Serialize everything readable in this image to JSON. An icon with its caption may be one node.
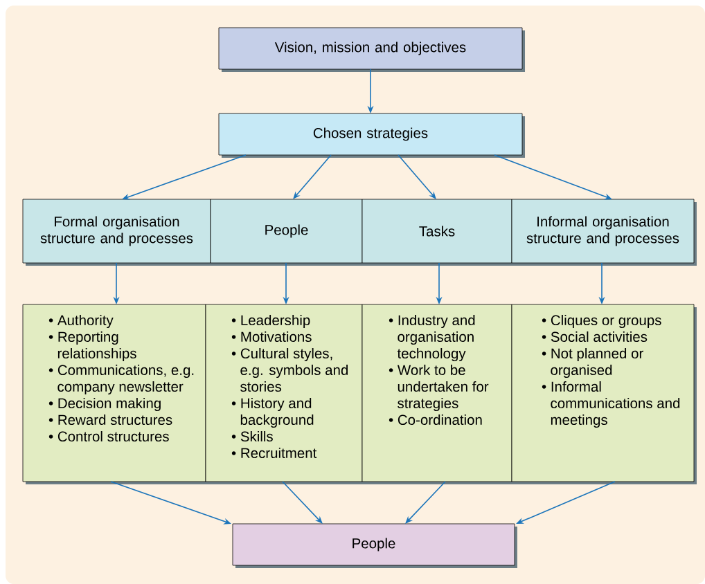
{
  "diagram": {
    "nodes": [
      {
        "text": [
          "Vision, mission and objectives"
        ]
      },
      {
        "text": [
          "Chosen strategies"
        ]
      },
      {
        "text": [
          "Formal organisation structure and processes"
        ]
      },
      {
        "text": [
          "People"
        ]
      },
      {
        "text": [
          "Tasks"
        ]
      },
      {
        "text": [
          "Informal organisation structure and processes"
        ]
      },
      {
        "text": [
          "• Authority",
          "• Reporting relationships",
          "• Communications, e.g. company newsletter",
          "• Decision making",
          "• Reward structures",
          "• Control structures"
        ]
      },
      {
        "text": [
          "• Leadership",
          "• Motivations",
          "• Cultural styles, e.g. symbols and stories",
          "• History and background",
          "• Skills",
          "• Recruitment"
        ]
      },
      {
        "text": [
          "• Industry and organisation technology",
          "• Work to be undertaken for strategies",
          "• Co-ordination"
        ]
      },
      {
        "text": [
          "• Cliques or groups",
          "• Social activities",
          "• Not planned or organised",
          "• Informal communications and meetings"
        ]
      },
      {
        "text": [
          "People"
        ]
      }
    ],
    "edges": [
      {
        "from": 0,
        "to": 1,
        "arrow": "to"
      },
      {
        "from": 1,
        "to": 2,
        "arrow": "to"
      },
      {
        "from": 1,
        "to": 3,
        "arrow": "to"
      },
      {
        "from": 1,
        "to": 4,
        "arrow": "to"
      },
      {
        "from": 1,
        "to": 5,
        "arrow": "to"
      },
      {
        "from": 2,
        "to": 6,
        "arrow": "to"
      },
      {
        "from": 3,
        "to": 7,
        "arrow": "to"
      },
      {
        "from": 4,
        "to": 8,
        "arrow": "to"
      },
      {
        "from": 5,
        "to": 9,
        "arrow": "to"
      },
      {
        "from": 6,
        "to": 10,
        "arrow": "to"
      },
      {
        "from": 7,
        "to": 10,
        "arrow": "to"
      },
      {
        "from": 8,
        "to": 10,
        "arrow": "to"
      },
      {
        "from": 9,
        "to": 10,
        "arrow": "to"
      }
    ]
  }
}
